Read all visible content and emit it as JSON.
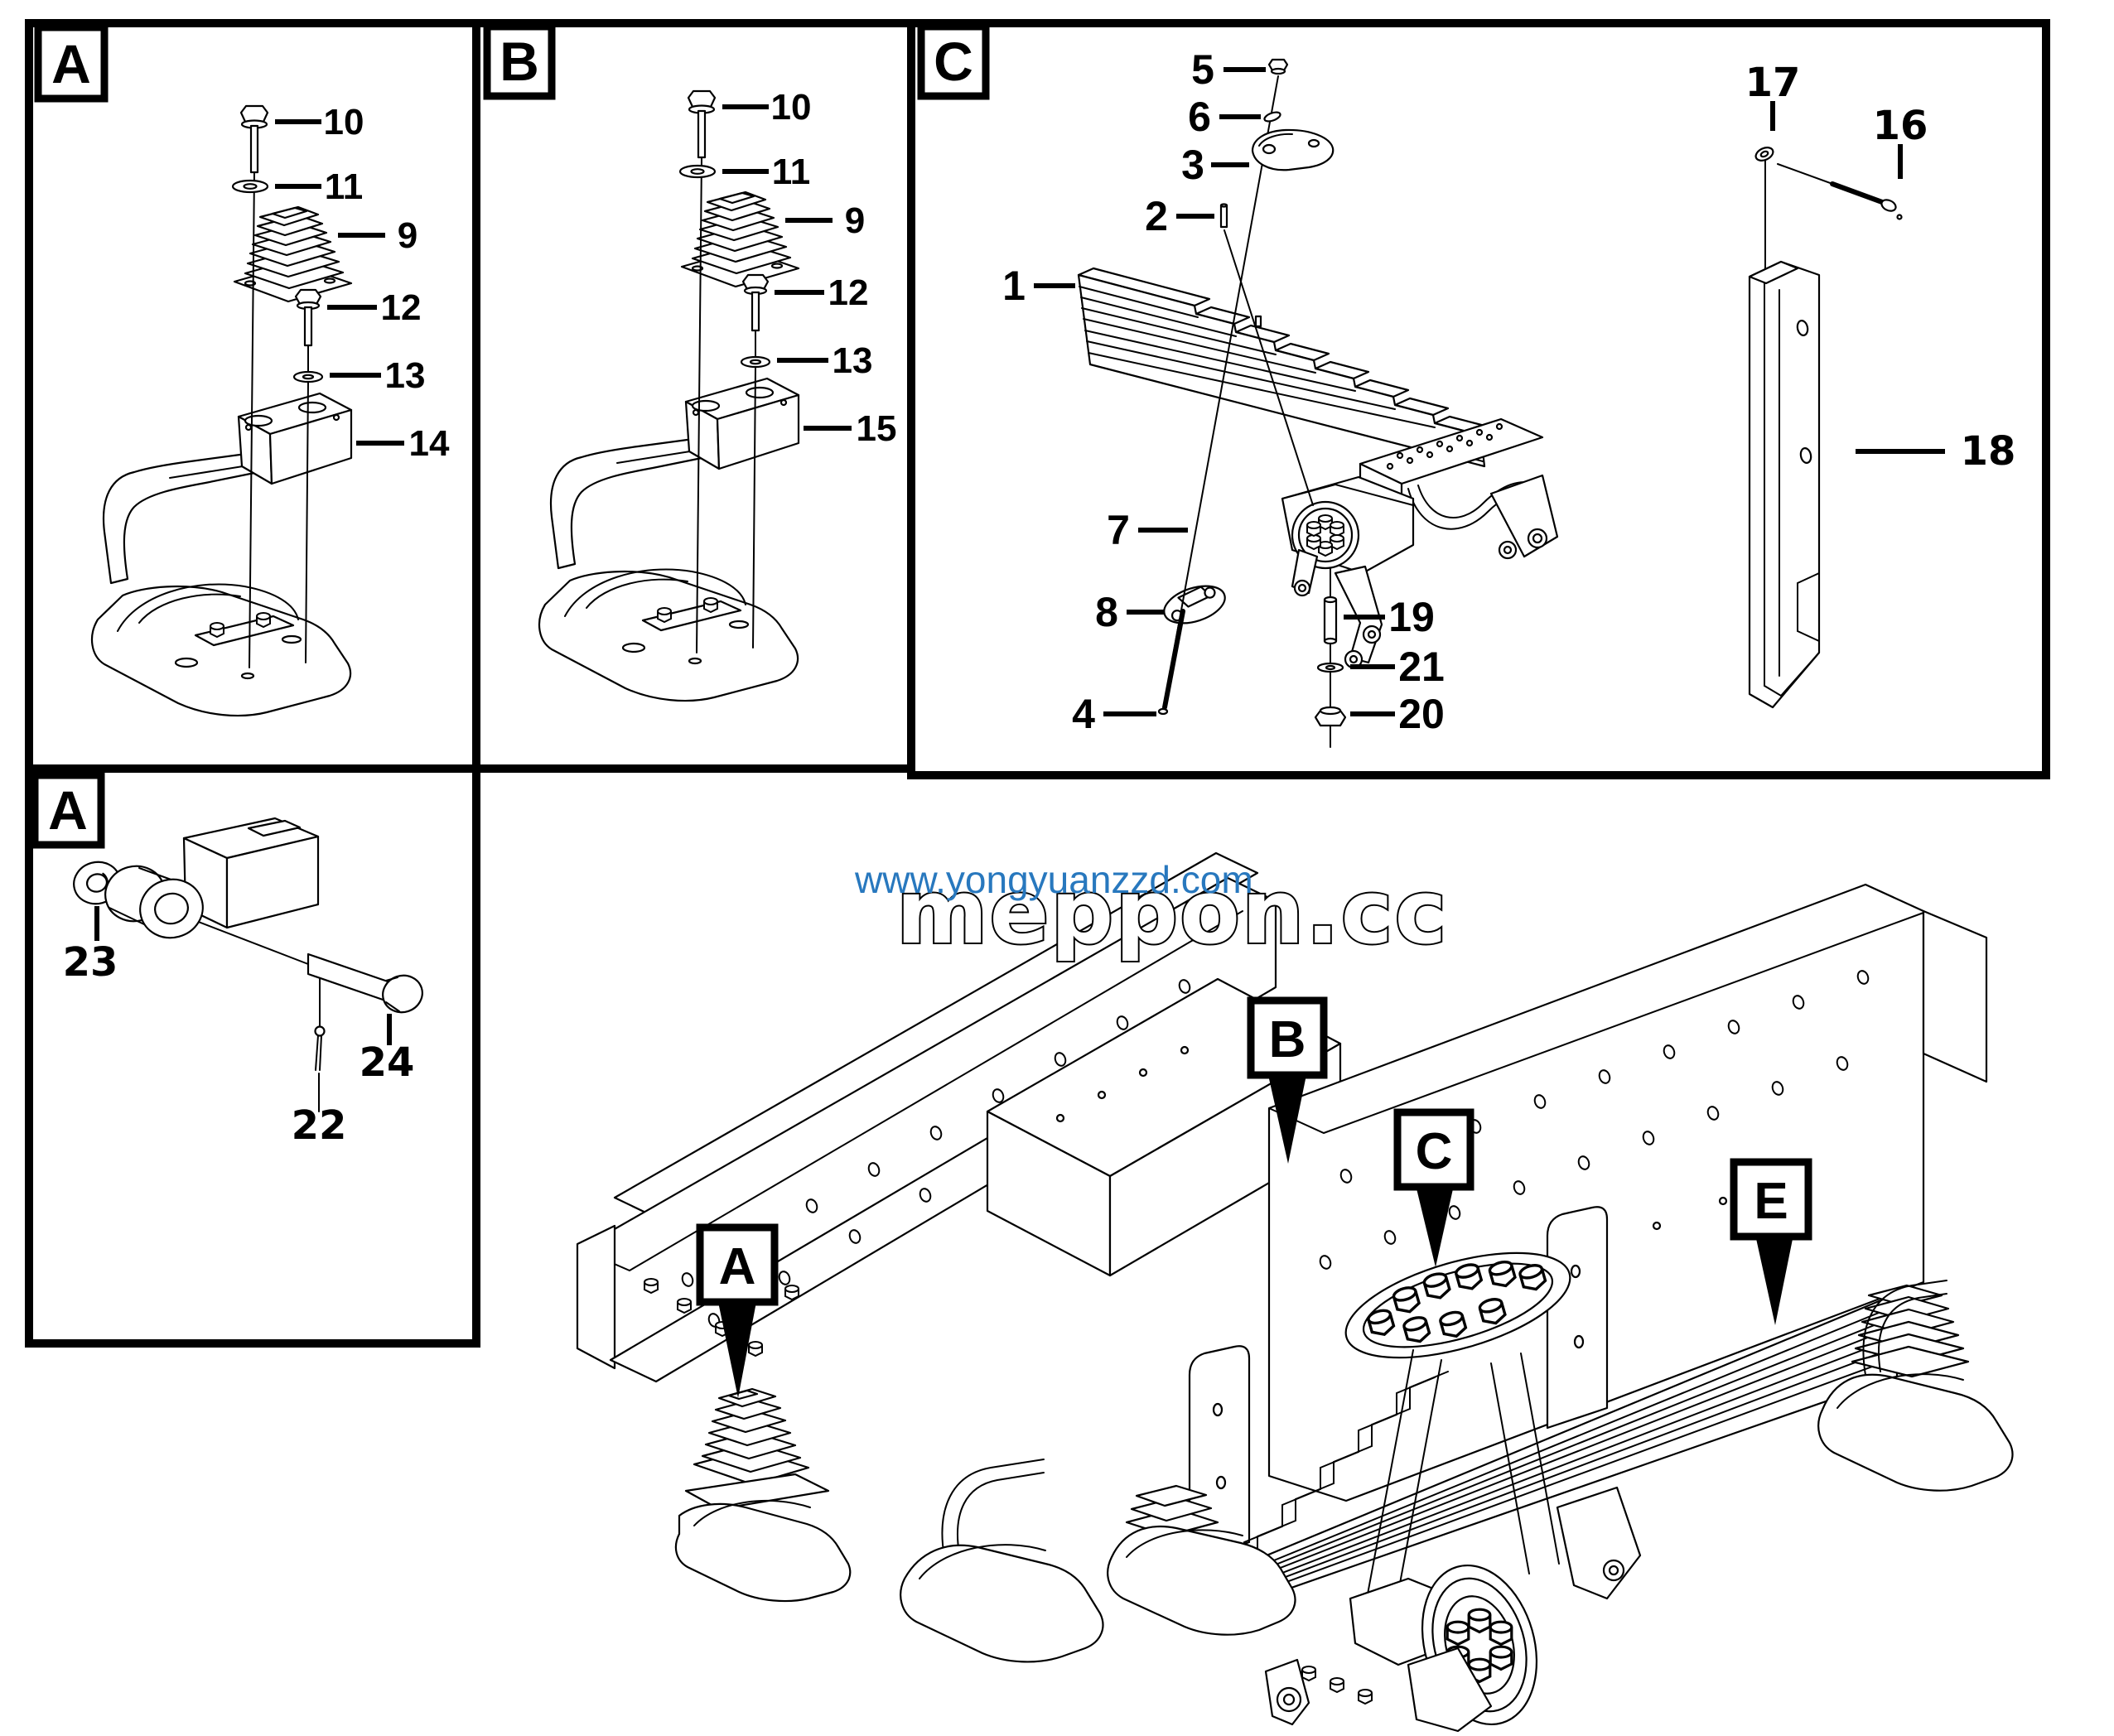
{
  "document_type": "exploded parts diagram",
  "panels": {
    "top_a": {
      "label": "A",
      "callouts": [
        "10",
        "11",
        "9",
        "12",
        "13",
        "14"
      ]
    },
    "top_b": {
      "label": "B",
      "callouts": [
        "10",
        "11",
        "9",
        "12",
        "13",
        "15"
      ]
    },
    "top_c": {
      "label": "C",
      "callouts": [
        "5",
        "6",
        "3",
        "2",
        "1",
        "7",
        "8",
        "4",
        "19",
        "21",
        "20",
        "17",
        "16",
        "18"
      ]
    },
    "bottom_a": {
      "label": "A",
      "callouts": [
        "23",
        "24",
        "22"
      ]
    }
  },
  "main_view": {
    "labels": [
      "A",
      "B",
      "C",
      "E"
    ]
  },
  "watermark": {
    "url_text": "www.yongyuanzzd.com",
    "brand_text": "meppon.cc",
    "color": "#2878be"
  }
}
